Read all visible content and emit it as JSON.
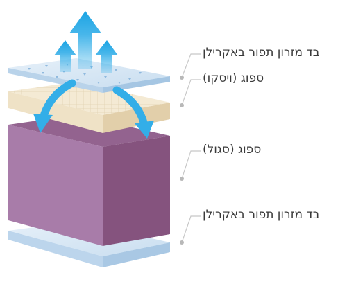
{
  "layers": [
    {
      "id": "top-fabric",
      "label": "בד מזרון תפור באקרילן"
    },
    {
      "id": "visco-foam",
      "label": "ספוג (ויסקו)"
    },
    {
      "id": "segol-foam",
      "label": "ספוג (סגול)"
    },
    {
      "id": "bottom-fabric",
      "label": "בד מזרון תפור באקרילן"
    }
  ],
  "colors": {
    "fabric_top": "#dbe9f6",
    "fabric_edge": "#b9d3ea",
    "visco_top": "#f4ead4",
    "visco_side": "#e6d6b6",
    "purple_front": "#a87ca9",
    "purple_top": "#93638f",
    "purple_side": "#85537e",
    "arrow_blue": "#33aee8",
    "leader_line": "#c8c8c8"
  }
}
